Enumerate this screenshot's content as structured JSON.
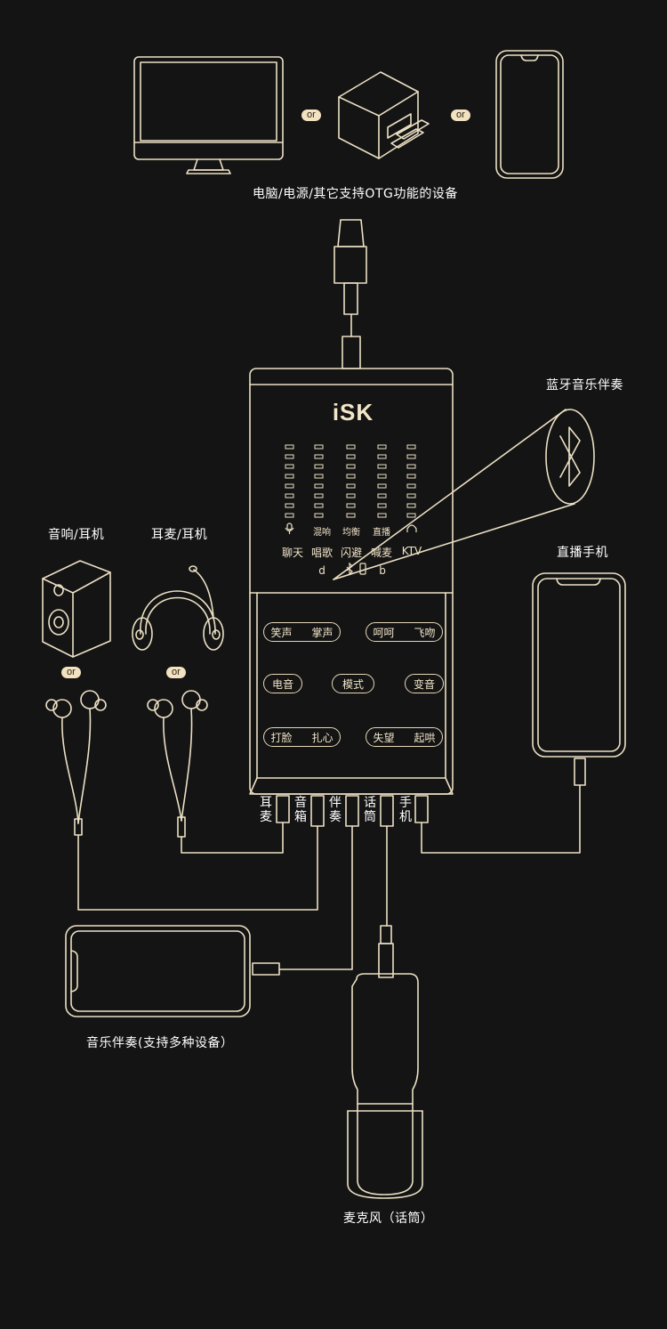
{
  "source_devices_label": "电脑/电源/其它支持OTG功能的设备",
  "or_label": "or",
  "bluetooth_label": "蓝牙音乐伴奏",
  "live_phone_label": "直播手机",
  "speaker_label": "音响/耳机",
  "headset_label": "耳麦/耳机",
  "accompaniment_label": "音乐伴奏(支持多种设备）",
  "microphone_label": "麦克风（话筒）",
  "device": {
    "logo": "iSK",
    "meters": [
      {
        "icon": "microphone-icon",
        "label": ""
      },
      {
        "icon": "",
        "label": "混响"
      },
      {
        "icon": "",
        "label": "均衡"
      },
      {
        "icon": "",
        "label": "直播"
      },
      {
        "icon": "headphone-icon",
        "label": ""
      }
    ],
    "modes": [
      "聊天",
      "唱歌",
      "闪避",
      "喊麦",
      "KTV"
    ],
    "indicators": [
      "d",
      "bluetooth-icon",
      "phone-icon",
      "b"
    ],
    "buttons": {
      "laugh": "笑声",
      "applause": "掌声",
      "haha": "呵呵",
      "kiss": "飞吻",
      "electro": "电音",
      "mode": "模式",
      "voice_change": "变音",
      "slap": "打脸",
      "heartbreak": "扎心",
      "disappoint": "失望",
      "cheer": "起哄"
    },
    "ports": [
      "耳麦",
      "音箱",
      "伴奏",
      "话筒",
      "手机"
    ]
  }
}
